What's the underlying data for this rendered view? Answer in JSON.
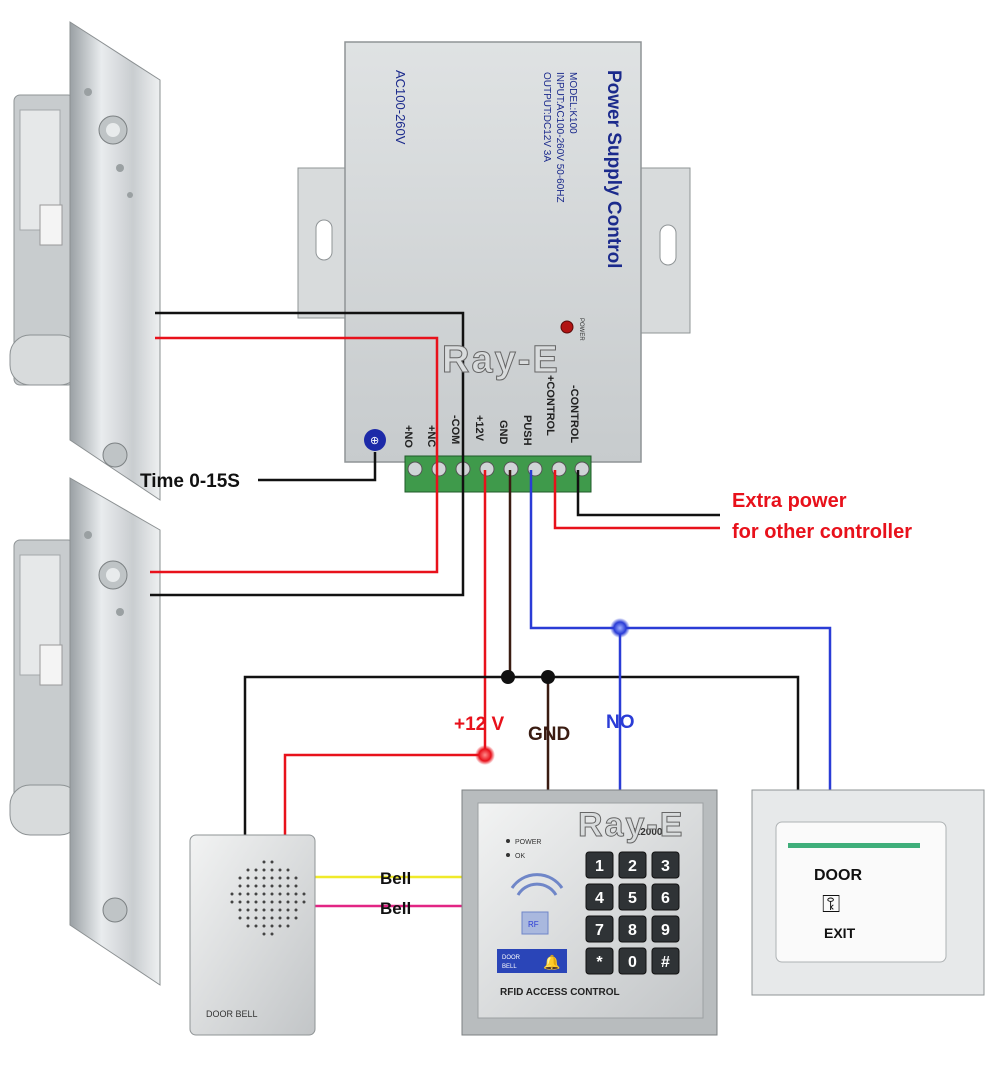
{
  "power_supply": {
    "title": "Power Supply Control",
    "model": "MODEL:K100",
    "input": "INPUT:AC100-260V 50-60HZ",
    "output": "OUTPUT:DC12V 3A",
    "ac_label": "AC100-260V",
    "power_led_label": "POWER",
    "terminals": [
      "+NO",
      "+NC",
      "-COM",
      "+12V",
      "GND",
      "PUSH",
      "+CONTROL",
      "-CONTROL"
    ]
  },
  "watermark": "Ray-E",
  "labels": {
    "time": "Time 0-15S",
    "extra_power_1": "Extra power",
    "extra_power_2": "for other controller",
    "v12": "+12 V",
    "gnd": "GND",
    "no": "NO",
    "bell1": "Bell",
    "bell2": "Bell"
  },
  "keypad": {
    "model": "K2000",
    "power": "POWER",
    "ok": "OK",
    "rf": "RF",
    "door_bell_1": "DOOR",
    "door_bell_2": "BELL",
    "keys": [
      "1",
      "2",
      "3",
      "4",
      "5",
      "6",
      "7",
      "8",
      "9",
      "*",
      "0",
      "#"
    ],
    "caption": "RFID ACCESS CONTROL"
  },
  "doorbell": {
    "caption": "DOOR BELL"
  },
  "exit_button": {
    "top": "DOOR",
    "bottom": "EXIT"
  },
  "colors": {
    "red": "#e8111b",
    "black": "#111111",
    "blue": "#2a3cd6",
    "brown": "#3a1c12",
    "yellow": "#f0ea2a",
    "pink": "#e22584",
    "title_blue": "#1b2a8c"
  }
}
